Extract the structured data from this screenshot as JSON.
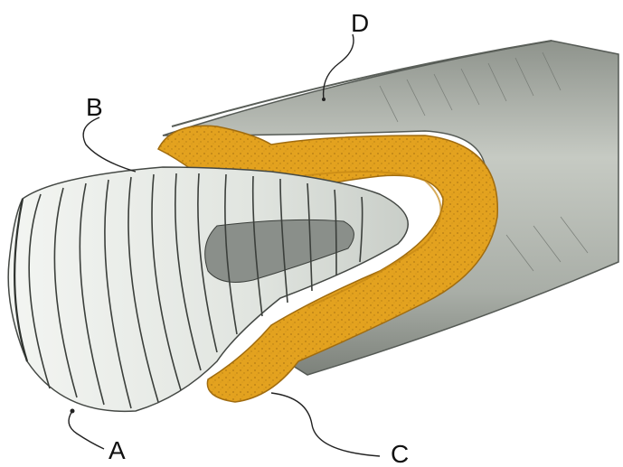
{
  "labels": {
    "a": "A",
    "b": "B",
    "c": "C",
    "d": "D"
  },
  "colors": {
    "background": "#ffffff",
    "outer_layer": "#b9bdb6",
    "outer_shade": "#8e938c",
    "fatty_layer": "#e3a21f",
    "fatty_speckle": "#b37b14",
    "inner_tube": "#e8ece7",
    "inner_lumen": "#8a8f8a",
    "rings": "#3b3f3b",
    "leader_lines": "#222222"
  }
}
